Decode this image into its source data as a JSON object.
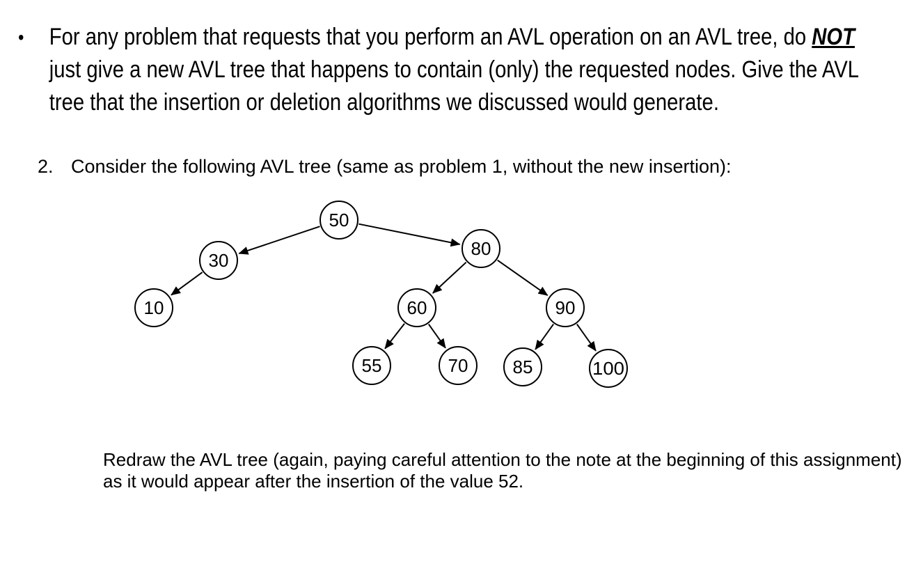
{
  "note": {
    "bullet": "•",
    "text_before": "For any problem that requests that you perform an AVL operation on an AVL tree, do ",
    "emphasis": "NOT",
    "text_after": " just give a new AVL tree that happens to contain (only) the requested nodes. Give the AVL tree that the insertion or deletion algorithms we discussed would generate."
  },
  "problem": {
    "number": "2.",
    "text": "Consider the following AVL tree (same as problem 1, without the new insertion):"
  },
  "tree": {
    "nodes": [
      {
        "id": "n50",
        "label": "50"
      },
      {
        "id": "n30",
        "label": "30"
      },
      {
        "id": "n80",
        "label": "80"
      },
      {
        "id": "n10",
        "label": "10"
      },
      {
        "id": "n60",
        "label": "60"
      },
      {
        "id": "n90",
        "label": "90"
      },
      {
        "id": "n55",
        "label": "55"
      },
      {
        "id": "n70",
        "label": "70"
      },
      {
        "id": "n85",
        "label": "85"
      },
      {
        "id": "n100",
        "label": "100"
      }
    ],
    "edges": [
      {
        "from": "n50",
        "to": "n30"
      },
      {
        "from": "n50",
        "to": "n80"
      },
      {
        "from": "n30",
        "to": "n10"
      },
      {
        "from": "n80",
        "to": "n60"
      },
      {
        "from": "n80",
        "to": "n90"
      },
      {
        "from": "n60",
        "to": "n55"
      },
      {
        "from": "n60",
        "to": "n70"
      },
      {
        "from": "n90",
        "to": "n85"
      },
      {
        "from": "n90",
        "to": "n100"
      }
    ]
  },
  "instruction": {
    "text": "Redraw the AVL tree (again, paying careful attention to the note at the beginning of this assignment) as it would appear after the insertion of the value 52."
  }
}
